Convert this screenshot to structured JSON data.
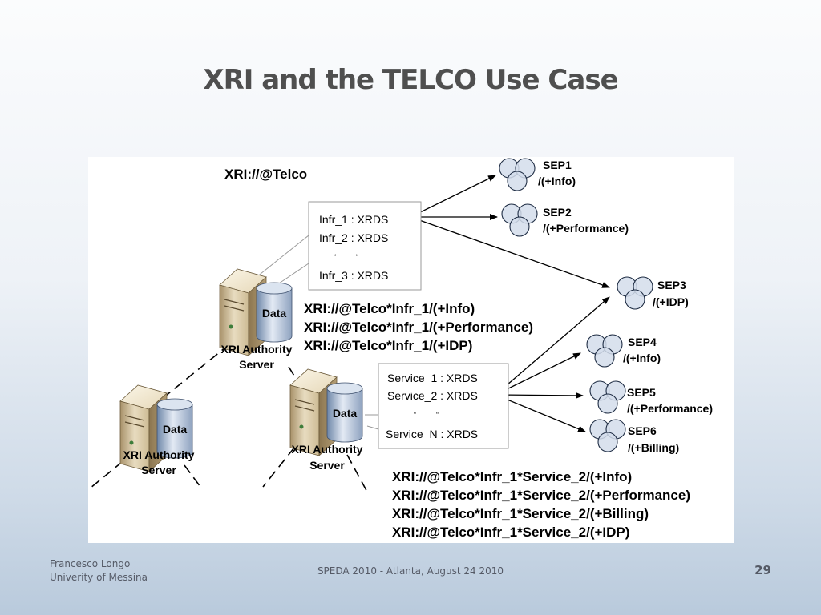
{
  "slide": {
    "title": "XRI and the TELCO Use Case"
  },
  "diagram": {
    "root_label": "XRI://@Telco",
    "infr_box": {
      "lines": [
        "Infr_1 : XRDS",
        "Infr_2 : XRDS",
        "“          “",
        "Infr_3 : XRDS"
      ]
    },
    "service_box": {
      "lines": [
        "Service_1 : XRDS",
        "Service_2 : XRDS",
        "“          “",
        "Service_N : XRDS"
      ]
    },
    "servers": [
      {
        "line1": "XRI Authority",
        "line2": "Server",
        "data_label": "Data"
      },
      {
        "line1": "XRI Authority",
        "line2": "Server",
        "data_label": "Data"
      },
      {
        "line1": "XRI Authority",
        "line2": "Server",
        "data_label": "Data"
      }
    ],
    "infr_uris": [
      "XRI://@Telco*Infr_1/(+Info)",
      "XRI://@Telco*Infr_1/(+Performance)",
      "XRI://@Telco*Infr_1/(+IDP)"
    ],
    "service_uris": [
      "XRI://@Telco*Infr_1*Service_2/(+Info)",
      "XRI://@Telco*Infr_1*Service_2/(+Performance)",
      "XRI://@Telco*Infr_1*Service_2/(+Billing)",
      "XRI://@Telco*Infr_1*Service_2/(+IDP)"
    ],
    "seps": [
      {
        "name": "SEP1",
        "service": "/(+Info)"
      },
      {
        "name": "SEP2",
        "service": "/(+Performance)"
      },
      {
        "name": "SEP3",
        "service": "/(+IDP)"
      },
      {
        "name": "SEP4",
        "service": "/(+Info)"
      },
      {
        "name": "SEP5",
        "service": "/(+Performance)"
      },
      {
        "name": "SEP6",
        "service": "/(+Billing)"
      }
    ]
  },
  "footer": {
    "author": "Francesco Longo",
    "affiliation": "Univerity of Messina",
    "event": "SPEDA 2010 - Atlanta, August 24 2010",
    "page_number": "29"
  }
}
